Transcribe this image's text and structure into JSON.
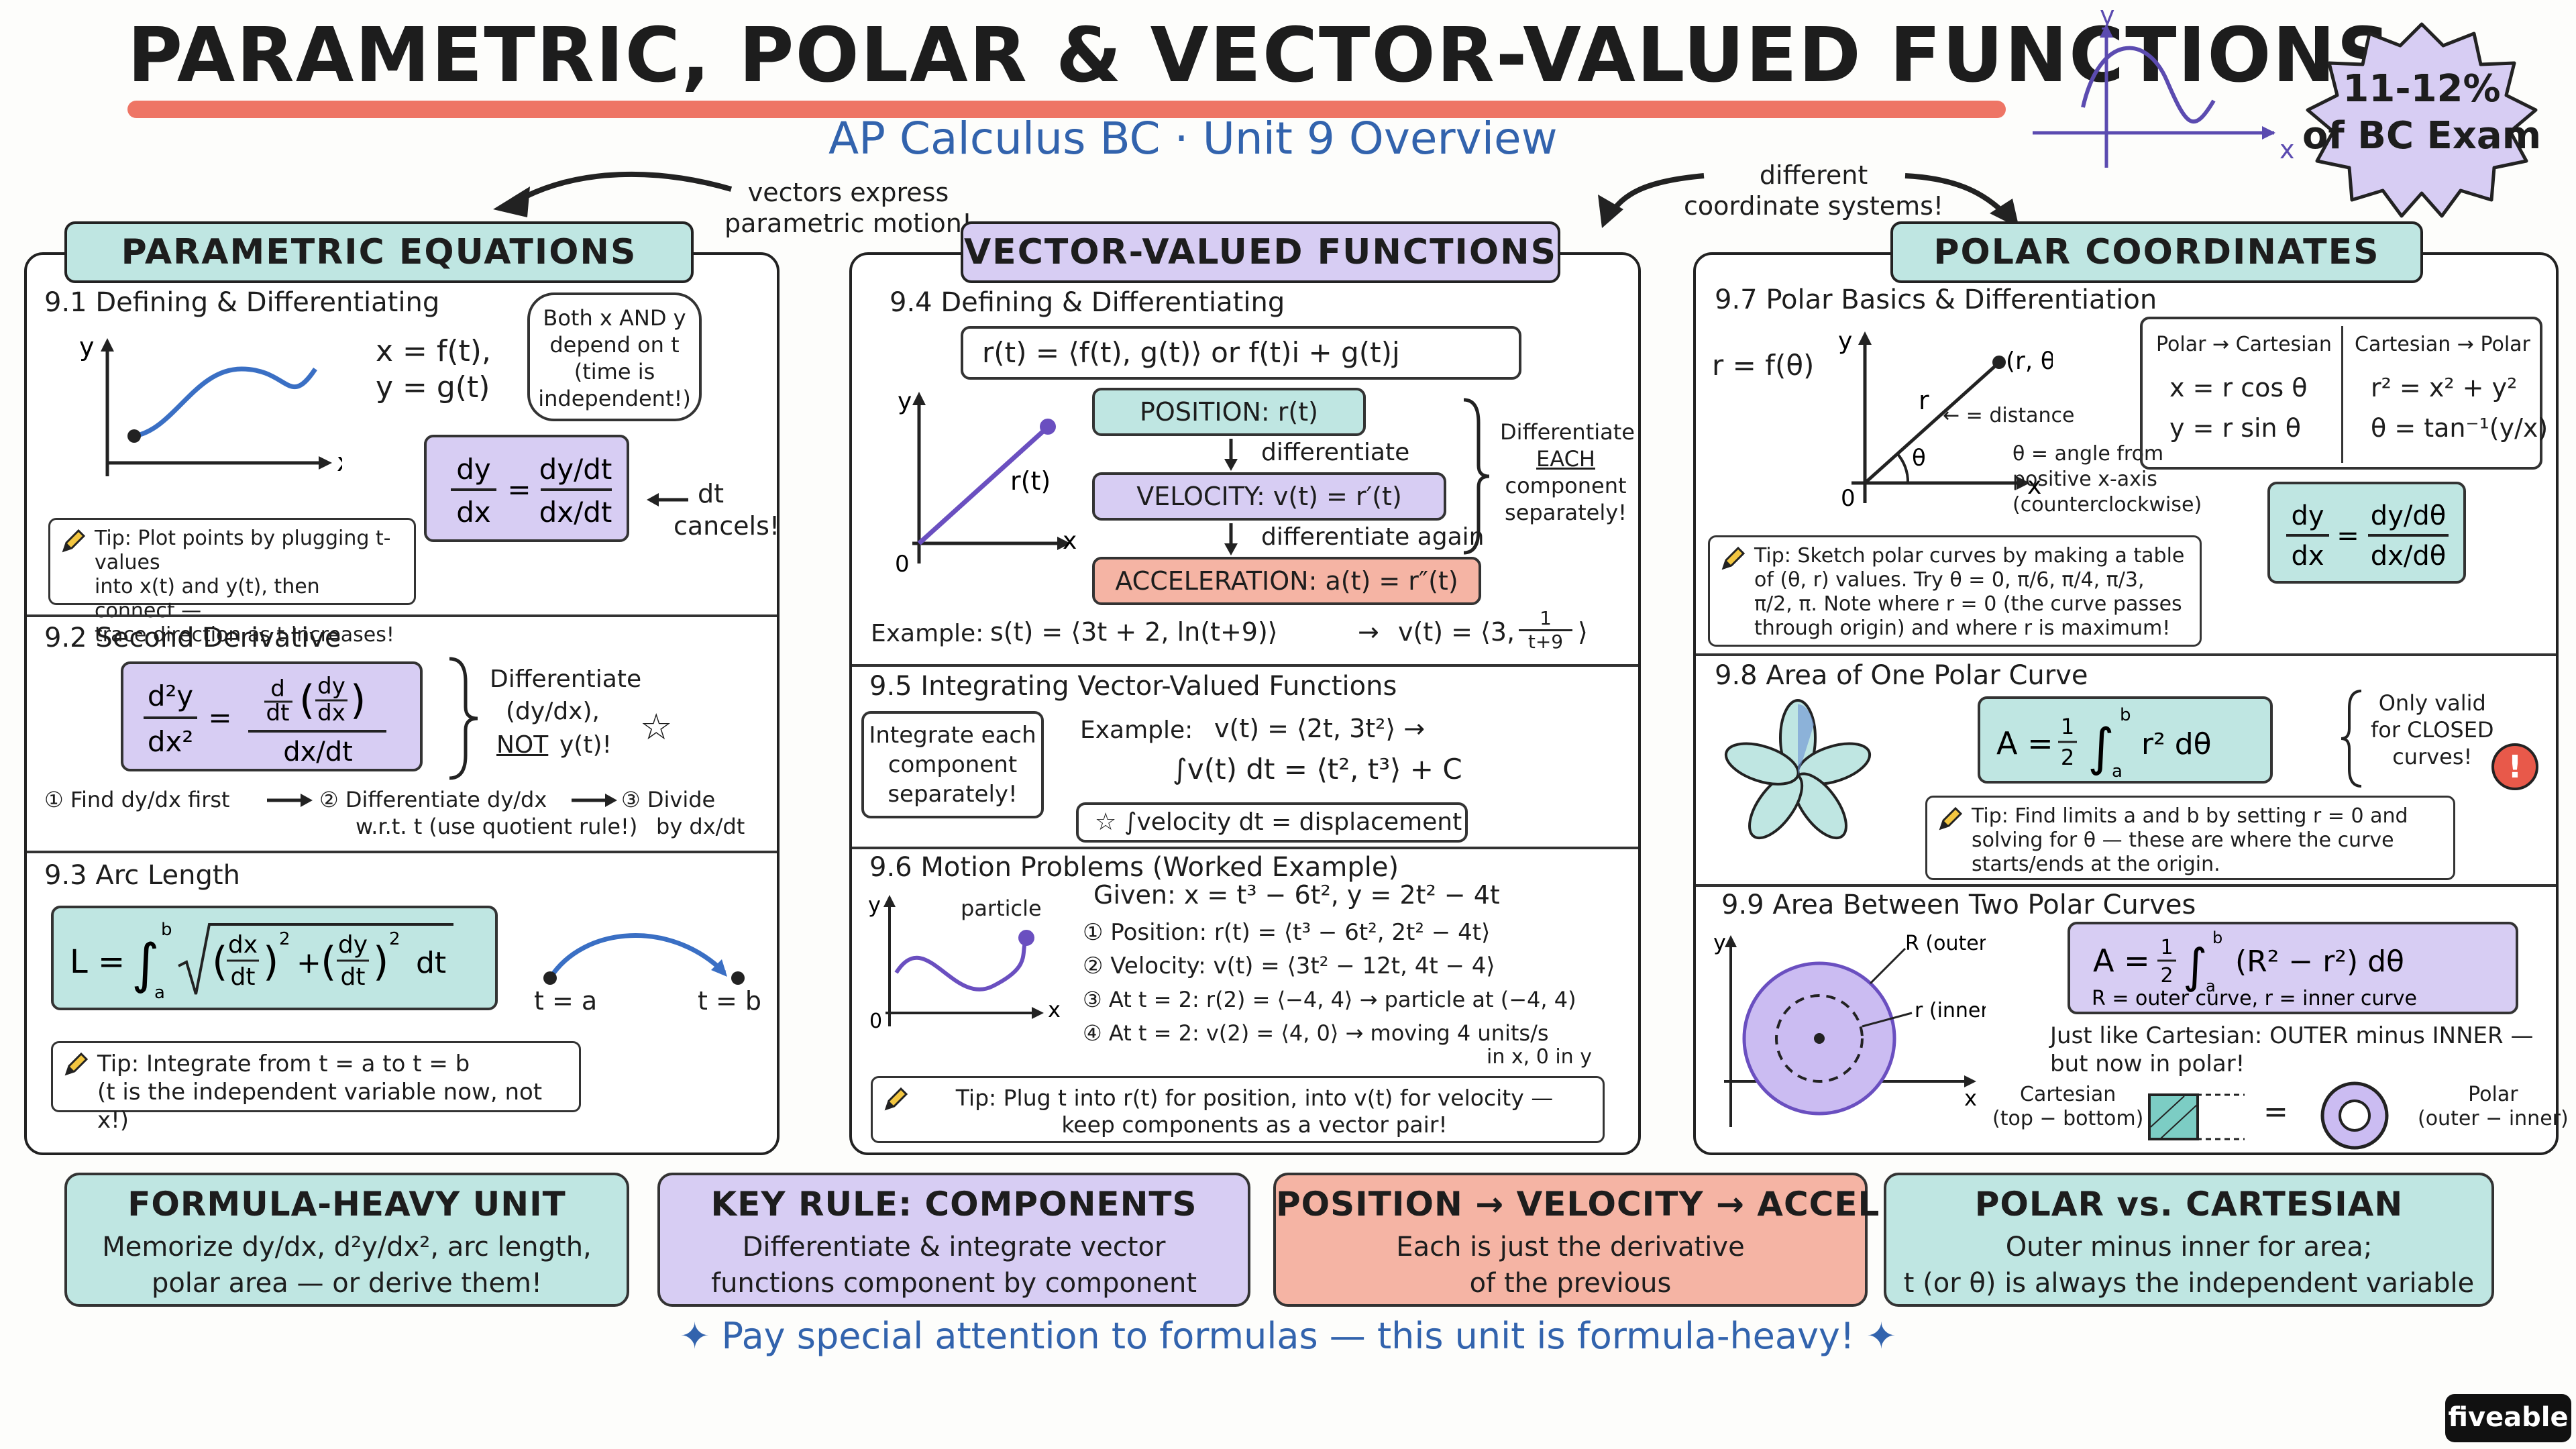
{
  "header": {
    "title": "PARAMETRIC, POLAR & VECTOR-VALUED FUNCTIONS",
    "subtitle": "AP Calculus BC · Unit 9 Overview",
    "badge_line1": "11-12%",
    "badge_line2": "of BC Exam",
    "logo_axis_y": "y",
    "logo_axis_x": "x"
  },
  "notes": {
    "vectors_line1": "vectors express",
    "vectors_line2": "parametric motion!",
    "coords_line1": "different",
    "coords_line2": "coordinate systems!"
  },
  "parametric": {
    "heading": "PARAMETRIC EQUATIONS",
    "s91": {
      "title": "9.1 Defining & Differentiating",
      "axis_y": "y",
      "axis_x": "x",
      "eq1": "x = f(t),",
      "eq2": "y = g(t)",
      "callout_l1": "Both x AND y",
      "callout_l2": "depend on t",
      "callout_l3": "(time is",
      "callout_l4": "independent!)",
      "deriv_lhs_num": "dy",
      "deriv_lhs_den": "dx",
      "deriv_rhs_num": "dy/dt",
      "deriv_rhs_den": "dx/dt",
      "eq_sign": "=",
      "cancel_l1": "dt",
      "cancel_l2": "cancels!",
      "tip_l1": "Tip: Plot points by plugging t-values",
      "tip_l2": "into x(t) and y(t), then connect —",
      "tip_l3": "trace direction as t increases!"
    },
    "s92": {
      "title": "9.2 Second Derivative",
      "lhs_num": "d²y",
      "lhs_den": "dx²",
      "eq_sign": "=",
      "mid_num": "d",
      "mid_den": "dt",
      "paren_num": "dy",
      "paren_den": "dx",
      "rhs_den": "dx/dt",
      "side_l1": "Differentiate",
      "side_l2": "(dy/dx),",
      "side_not": "NOT",
      "side_l3": "y(t)!",
      "star": "☆",
      "step1": "① Find dy/dx first",
      "step2_l1": "② Differentiate dy/dx",
      "step2_l2": "w.r.t. t (use quotient rule!)",
      "step3_l1": "③ Divide",
      "step3_l2": "by dx/dt"
    },
    "s93": {
      "title": "9.3 Arc Length",
      "formula_lhs": "L =",
      "int_upper": "b",
      "int_lower": "a",
      "frac1_num": "dx",
      "frac1_den": "dt",
      "frac2_num": "dy",
      "frac2_den": "dt",
      "sup": "2",
      "plus": "+",
      "dt": "dt",
      "point_a": "t = a",
      "point_b": "t = b",
      "tip_l1": "Tip: Integrate from t = a to t = b",
      "tip_l2": "(t is the independent variable now, not x!)"
    }
  },
  "vector": {
    "heading": "VECTOR-VALUED FUNCTIONS",
    "s94": {
      "title": "9.4 Defining & Differentiating",
      "def_formula": "r(t) = ⟨f(t), g(t)⟩   or   f(t)i + g(t)j",
      "axis_y": "y",
      "axis_x": "x",
      "origin": "0",
      "vec_label": "r(t)",
      "position": "POSITION: r(t)",
      "diff1": "differentiate",
      "velocity": "VELOCITY: v(t) = r′(t)",
      "diff2": "differentiate again",
      "acceleration": "ACCELERATION: a(t) = r″(t)",
      "side_l1": "Differentiate",
      "side_l2": "EACH",
      "side_l3": "component",
      "side_l4": "separately!",
      "example_label": "Example:",
      "example_s": "s(t) = ⟨3t + 2, ln(t+9)⟩",
      "arrow": "→",
      "example_v": "v(t) = ⟨3,",
      "frac_num": "1",
      "frac_den": "t+9",
      "example_close": "⟩"
    },
    "s95": {
      "title": "9.5 Integrating Vector-Valued Functions",
      "box_l1": "Integrate each",
      "box_l2": "component",
      "box_l3": "separately!",
      "example_label": "Example:",
      "example_v": "v(t) = ⟨2t, 3t²⟩ →",
      "example_int": "∫v(t) dt = ⟨t², t³⟩ + C",
      "note": "☆ ∫velocity dt = displacement"
    },
    "s96": {
      "title": "9.6 Motion Problems (Worked Example)",
      "particle": "particle",
      "axis_y": "y",
      "axis_x": "x",
      "origin": "0",
      "given": "Given:  x = t³ − 6t²,   y = 2t² − 4t",
      "step1": "① Position:   r(t) = ⟨t³ − 6t², 2t² − 4t⟩",
      "step2": "② Velocity:   v(t) = ⟨3t² − 12t, 4t − 4⟩",
      "step3": "③ At t = 2:   r(2) = ⟨−4, 4⟩  →  particle at (−4, 4)",
      "step4": "④ At t = 2:   v(2) = ⟨4, 0⟩   →  moving 4 units/s",
      "step4b": "in x, 0 in y",
      "tip_l1": "Tip: Plug t into r(t) for position, into v(t) for velocity —",
      "tip_l2": "keep components as a vector pair!"
    }
  },
  "polar": {
    "heading": "POLAR COORDINATES",
    "s97": {
      "title": "9.7 Polar Basics & Differentiation",
      "r_eq": "r = f(θ)",
      "axis_y": "y",
      "axis_x": "x",
      "origin": "0",
      "r_label": "r",
      "theta_label": "θ",
      "point_label": "(r, θ)",
      "distance": "← = distance",
      "angle_l1": "θ = angle from",
      "angle_l2": "positive x-axis",
      "angle_l3": "(counterclockwise)",
      "p2c_head": "Polar → Cartesian",
      "p2c_1": "x = r cos θ",
      "p2c_2": "y = r sin θ",
      "c2p_head": "Cartesian → Polar",
      "c2p_1": "r² = x² + y²",
      "c2p_2": "θ = tan⁻¹(y/x)",
      "deriv_lhs_num": "dy",
      "deriv_lhs_den": "dx",
      "deriv_rhs_num": "dy/dθ",
      "deriv_rhs_den": "dx/dθ",
      "eq_sign": "=",
      "tip_l1": "Tip: Sketch polar curves by making a table",
      "tip_l2": "of (θ, r) values. Try θ = 0, π/6, π/4, π/3,",
      "tip_l3": "π/2, π. Note where r = 0 (the curve passes",
      "tip_l4": "through origin) and where r is maximum!"
    },
    "s98": {
      "title": "9.8 Area of One Polar Curve",
      "formula_lhs": "A =",
      "half_num": "1",
      "half_den": "2",
      "int_upper": "b",
      "int_lower": "a",
      "integrand": "r² dθ",
      "side_l1": "Only valid",
      "side_l2": "for CLOSED",
      "side_l3": "curves!",
      "warn": "!",
      "tip_l1": "Tip: Find limits a and b by setting r = 0 and",
      "tip_l2": "solving for θ — these are where the curve",
      "tip_l3": "starts/ends at the origin."
    },
    "s99": {
      "title": "9.9 Area Between Two Polar Curves",
      "axis_y": "y",
      "axis_x": "x",
      "outer_label": "R (outer)",
      "inner_label": "r (inner)",
      "formula_lhs": "A =",
      "half_num": "1",
      "half_den": "2",
      "int_upper": "b",
      "int_lower": "a",
      "integrand": "(R² − r²) dθ",
      "defs": "R = outer curve,     r = inner curve",
      "just_l1": "Just like Cartesian: OUTER minus INNER —",
      "just_l2": "but now in polar!",
      "cart_l1": "Cartesian",
      "cart_l2": "(top − bottom)",
      "equals": "=",
      "polar_l1": "Polar",
      "polar_l2": "(outer − inner)"
    }
  },
  "bottom": [
    {
      "head": "FORMULA-HEAVY UNIT",
      "body1": "Memorize dy/dx, d²y/dx², arc length,",
      "body2": "polar area — or derive them!"
    },
    {
      "head": "KEY RULE: COMPONENTS",
      "body1": "Differentiate & integrate vector",
      "body2": "functions component by component"
    },
    {
      "head": "POSITION → VELOCITY → ACCEL",
      "body1": "Each is just the derivative",
      "body2": "of the previous"
    },
    {
      "head": "POLAR vs. CARTESIAN",
      "body1": "Outer minus inner for area;",
      "body2": "t (or θ) is always the independent variable"
    }
  ],
  "footer": "✦ Pay special attention to formulas — this unit is formula-heavy! ✦",
  "brand": "fiveable",
  "colors": {
    "teal": "#bfe6e2",
    "purple": "#d7cdf3",
    "salmon": "#f5b4a4",
    "accent_blue": "#3263ad",
    "title_underline": "#ee7565"
  }
}
